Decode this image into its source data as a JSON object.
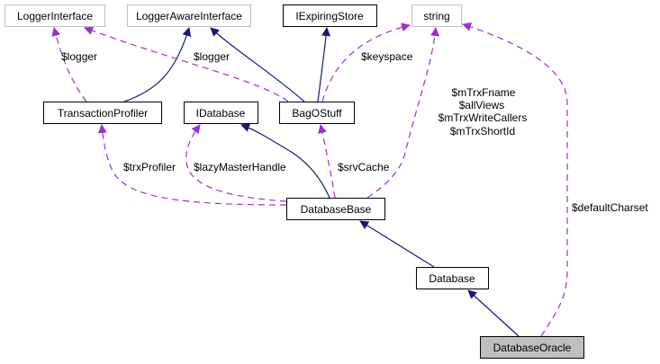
{
  "diagram": {
    "title": "DatabaseOracle collaboration graph",
    "colors": {
      "inheritance_edge": "#191970",
      "usage_edge": "#9a32cd",
      "highlight_fill": "#bfbfbf",
      "external_border": "#bfbfbf",
      "documented_border": "#000000"
    },
    "nodes": [
      {
        "id": "LoggerInterface",
        "label": "LoggerInterface",
        "kind": "external"
      },
      {
        "id": "LoggerAwareInterface",
        "label": "LoggerAwareInterface",
        "kind": "external"
      },
      {
        "id": "IExpiringStore",
        "label": "IExpiringStore",
        "kind": "documented"
      },
      {
        "id": "string",
        "label": "string",
        "kind": "external"
      },
      {
        "id": "TransactionProfiler",
        "label": "TransactionProfiler",
        "kind": "documented"
      },
      {
        "id": "IDatabase",
        "label": "IDatabase",
        "kind": "documented"
      },
      {
        "id": "BagOStuff",
        "label": "BagOStuff",
        "kind": "documented"
      },
      {
        "id": "DatabaseBase",
        "label": "DatabaseBase",
        "kind": "documented"
      },
      {
        "id": "Database",
        "label": "Database",
        "kind": "documented"
      },
      {
        "id": "DatabaseOracle",
        "label": "DatabaseOracle",
        "kind": "current"
      }
    ],
    "edges": [
      {
        "from": "TransactionProfiler",
        "to": "LoggerInterface",
        "type": "usage",
        "label": "$logger"
      },
      {
        "from": "TransactionProfiler",
        "to": "LoggerAwareInterface",
        "type": "inheritance",
        "label": ""
      },
      {
        "from": "BagOStuff",
        "to": "LoggerInterface",
        "type": "usage",
        "label": "$logger"
      },
      {
        "from": "BagOStuff",
        "to": "LoggerAwareInterface",
        "type": "inheritance",
        "label": ""
      },
      {
        "from": "BagOStuff",
        "to": "IExpiringStore",
        "type": "inheritance",
        "label": ""
      },
      {
        "from": "BagOStuff",
        "to": "string",
        "type": "usage",
        "label": "$keyspace"
      },
      {
        "from": "DatabaseBase",
        "to": "TransactionProfiler",
        "type": "usage",
        "label": "$trxProfiler"
      },
      {
        "from": "DatabaseBase",
        "to": "IDatabase",
        "type": "usage",
        "label": "$lazyMasterHandle"
      },
      {
        "from": "DatabaseBase",
        "to": "IDatabase",
        "type": "inheritance",
        "label": ""
      },
      {
        "from": "DatabaseBase",
        "to": "BagOStuff",
        "type": "usage",
        "label": "$srvCache"
      },
      {
        "from": "DatabaseBase",
        "to": "string",
        "type": "usage",
        "label_lines": [
          "$mTrxFname",
          "$allViews",
          "$mTrxWriteCallers",
          "$mTrxShortId"
        ]
      },
      {
        "from": "Database",
        "to": "DatabaseBase",
        "type": "inheritance",
        "label": ""
      },
      {
        "from": "DatabaseOracle",
        "to": "Database",
        "type": "inheritance",
        "label": ""
      },
      {
        "from": "DatabaseOracle",
        "to": "string",
        "type": "usage",
        "label": "$defaultCharset"
      }
    ]
  }
}
